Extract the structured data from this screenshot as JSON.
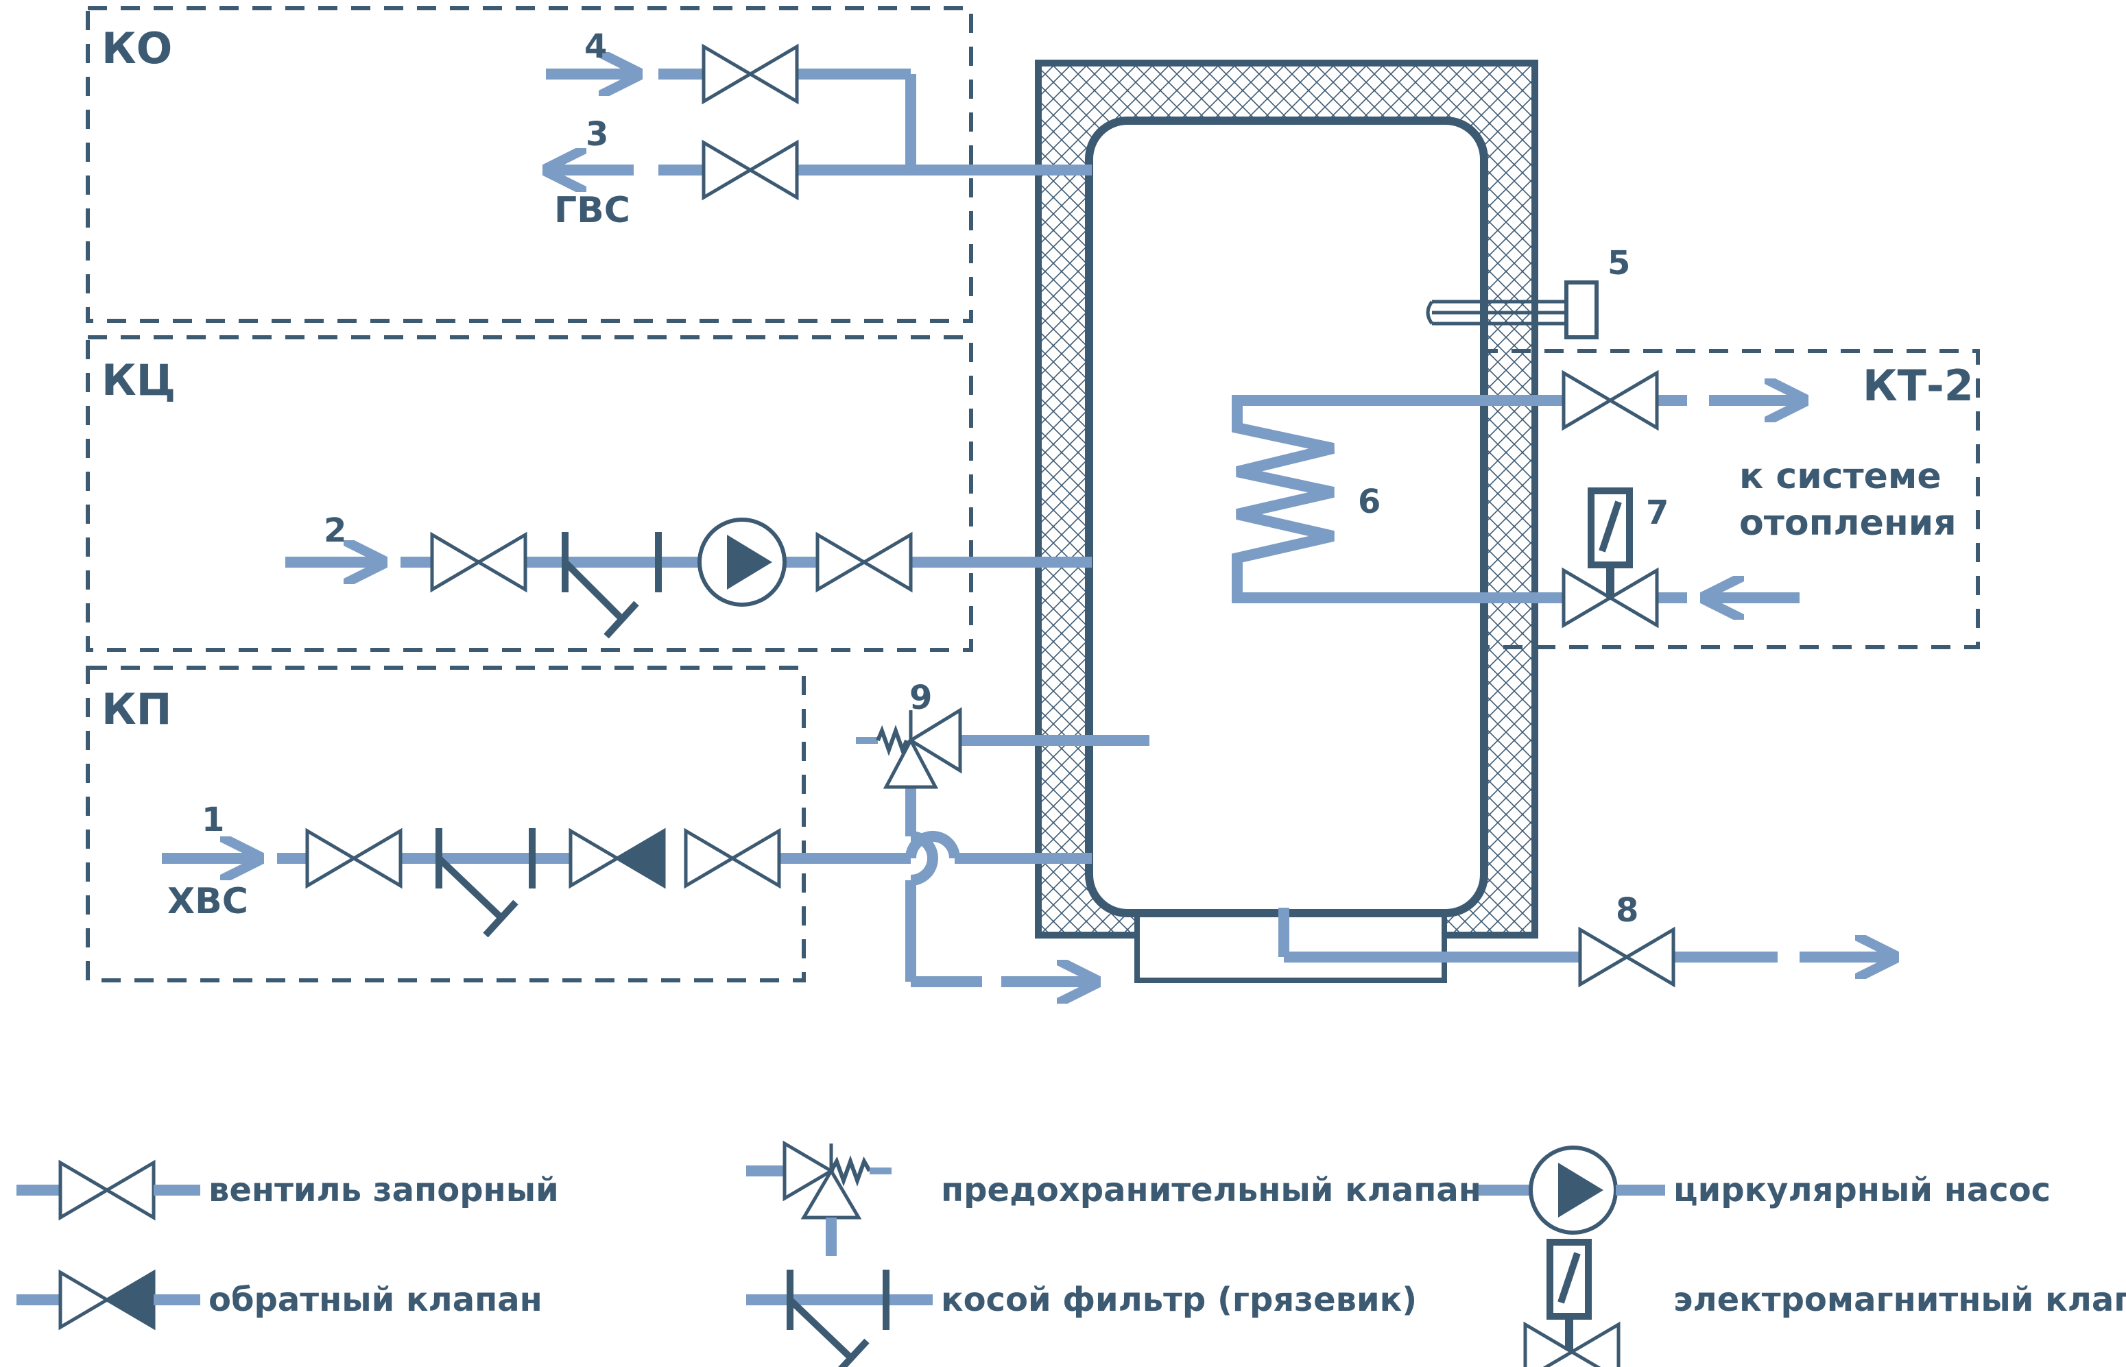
{
  "colors": {
    "pipe": "#7b9cc4",
    "dark": "#3d5a73",
    "background": "#ffffff"
  },
  "zones": {
    "ko": "КО",
    "kc": "КЦ",
    "kp": "КП",
    "kt2": "КТ-2"
  },
  "labels": {
    "n1": "1",
    "n2": "2",
    "n3": "3",
    "n4": "4",
    "n5": "5",
    "n6": "6",
    "n7": "7",
    "n8": "8",
    "n9": "9",
    "gvs": "ГВС",
    "hvs": "ХВС",
    "heating_line1": "к системе",
    "heating_line2": "отопления"
  },
  "legend": {
    "shutoff_valve": "вентиль запорный",
    "check_valve": "обратный клапан",
    "safety_valve": "предохранительный клапан",
    "strainer": "косой фильтр (грязевик)",
    "circ_pump": "циркулярный насос",
    "solenoid_valve": "электромагнитный клапан"
  }
}
